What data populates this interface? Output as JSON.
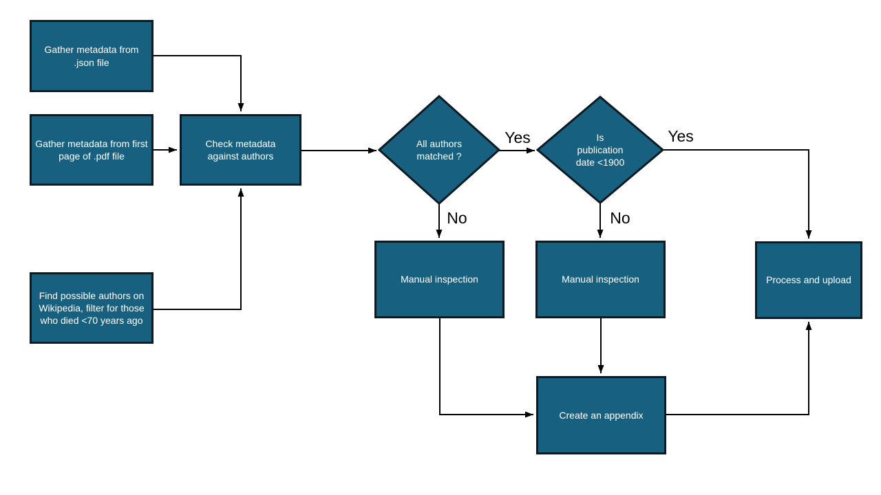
{
  "diagram": {
    "nodes": {
      "gather_json": {
        "label": "Gather metadata from\n.json file"
      },
      "gather_pdf": {
        "label": "Gather metadata from first\npage of .pdf file"
      },
      "find_authors": {
        "label": "Find possible authors on\nWikipedia, filter for those\nwho died <70 years ago"
      },
      "check_metadata": {
        "label": "Check metadata\nagainst authors"
      },
      "all_authors_matched": {
        "label": "All authors\nmatched ?"
      },
      "publication_date": {
        "label": "Is\npublication\ndate <1900"
      },
      "manual_inspection_1": {
        "label": "Manual inspection"
      },
      "manual_inspection_2": {
        "label": "Manual inspection"
      },
      "process_and_upload": {
        "label": "Process and upload"
      },
      "create_an_appendix": {
        "label": "Create an appendix"
      }
    },
    "edge_labels": {
      "yes_1": "Yes",
      "no_1": "No",
      "yes_2": "Yes",
      "no_2": "No"
    },
    "colors": {
      "node_fill": "#17607F",
      "node_border": "#0B1A23",
      "node_text": "#FFFFFF",
      "connector": "#000000",
      "edge_label_text": "#000000",
      "canvas_bg": "#FFFFFF"
    }
  }
}
